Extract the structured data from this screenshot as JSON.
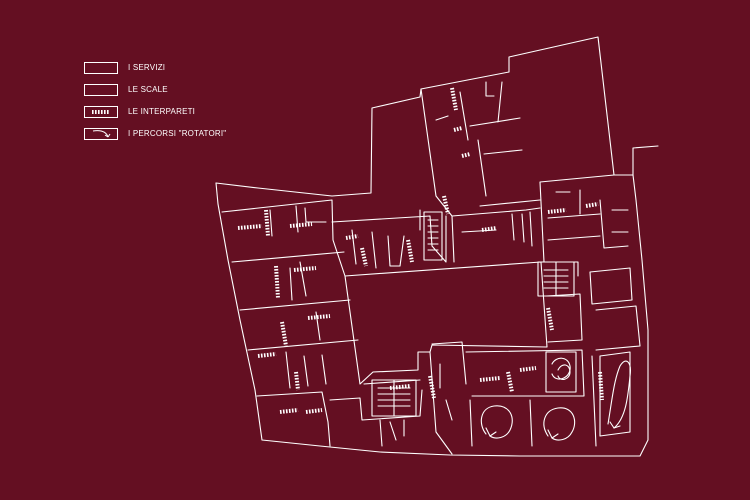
{
  "colors": {
    "background": "#640f22",
    "line": "#ffffff"
  },
  "legend": {
    "items": [
      {
        "key": "servizi",
        "label": "I SERVIZI"
      },
      {
        "key": "scale",
        "label": "LE SCALE"
      },
      {
        "key": "interpareti",
        "label": "LE INTERPARETI"
      },
      {
        "key": "percorsi",
        "label": "I PERCORSI \"ROTATORI\""
      }
    ]
  },
  "icons": {
    "servizi": "outlined-rectangle",
    "scale": "outlined-rectangle",
    "interpareti": "dashed-wall-rectangle",
    "percorsi": "curved-arrow-rectangle"
  }
}
